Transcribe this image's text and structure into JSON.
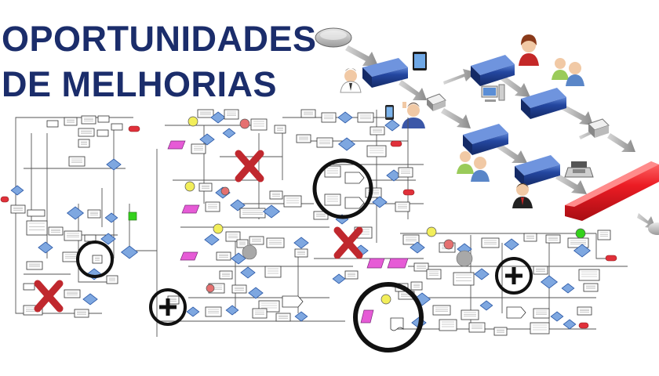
{
  "title": {
    "line1": "OPORTUNIDADES",
    "line2": "DE MELHORIAS"
  },
  "colors": {
    "title": "#1b2d6b",
    "process_block": "#1f3f8c",
    "end_bar": "#e8141b",
    "decision": "#7ea7e0",
    "terminator": "#e0303a",
    "start_circle": "#f2ee5a",
    "marker_x": "#c0282e",
    "marker_circle": "#111111",
    "pink_io": "#e65bd6",
    "cyan_box": "#bfeff3",
    "green_node": "#34d11c"
  },
  "markers": [
    {
      "type": "x-mark"
    },
    {
      "type": "x-mark"
    },
    {
      "type": "x-mark"
    },
    {
      "type": "circle"
    },
    {
      "type": "circle"
    },
    {
      "type": "circle"
    },
    {
      "type": "plus-circle"
    },
    {
      "type": "plus-circle"
    }
  ],
  "icons": [
    "gray-start-icon",
    "person-icon",
    "tablet-icon",
    "computer-icon",
    "smartphone-icon",
    "person-icon",
    "people-icon",
    "people-icon",
    "cash-register-icon",
    "person-icon"
  ]
}
